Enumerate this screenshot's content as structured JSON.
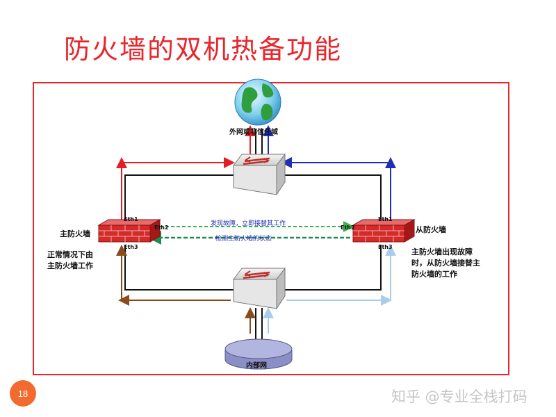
{
  "slide": {
    "title": "防火墙的双机热备功能",
    "page_number": "18",
    "watermark": "知乎 @专业全栈打码"
  },
  "diagram": {
    "external_network_label": "外网或非信任域",
    "internal_network_label": "内部网",
    "primary_firewall_label": "主防火墙",
    "backup_firewall_label": "从防火墙",
    "primary_ports": {
      "eth1": "Eth1",
      "eth2": "Eth2",
      "eth3": "Eth3"
    },
    "backup_ports": {
      "eth1": "Eth1",
      "eth2": "Eth2",
      "eth3": "Eth3"
    },
    "heartbeat_top_label": "发现故障，立即接替其工作",
    "heartbeat_bottom_label": "检测主防火墙的状态",
    "note_left": [
      "正常情况下由",
      "主防火墙工作"
    ],
    "note_right": [
      "主防火墙出现故障",
      "时，从防火墙接替主",
      "防火墙的工作"
    ],
    "colors": {
      "primary_out": "#e31e24",
      "backup_out": "#1f2fb8",
      "primary_in": "#8a4a1c",
      "backup_in": "#a9cdec",
      "heartbeat_top": "#3cb34a",
      "heartbeat_bottom": "#1f8a52"
    }
  }
}
